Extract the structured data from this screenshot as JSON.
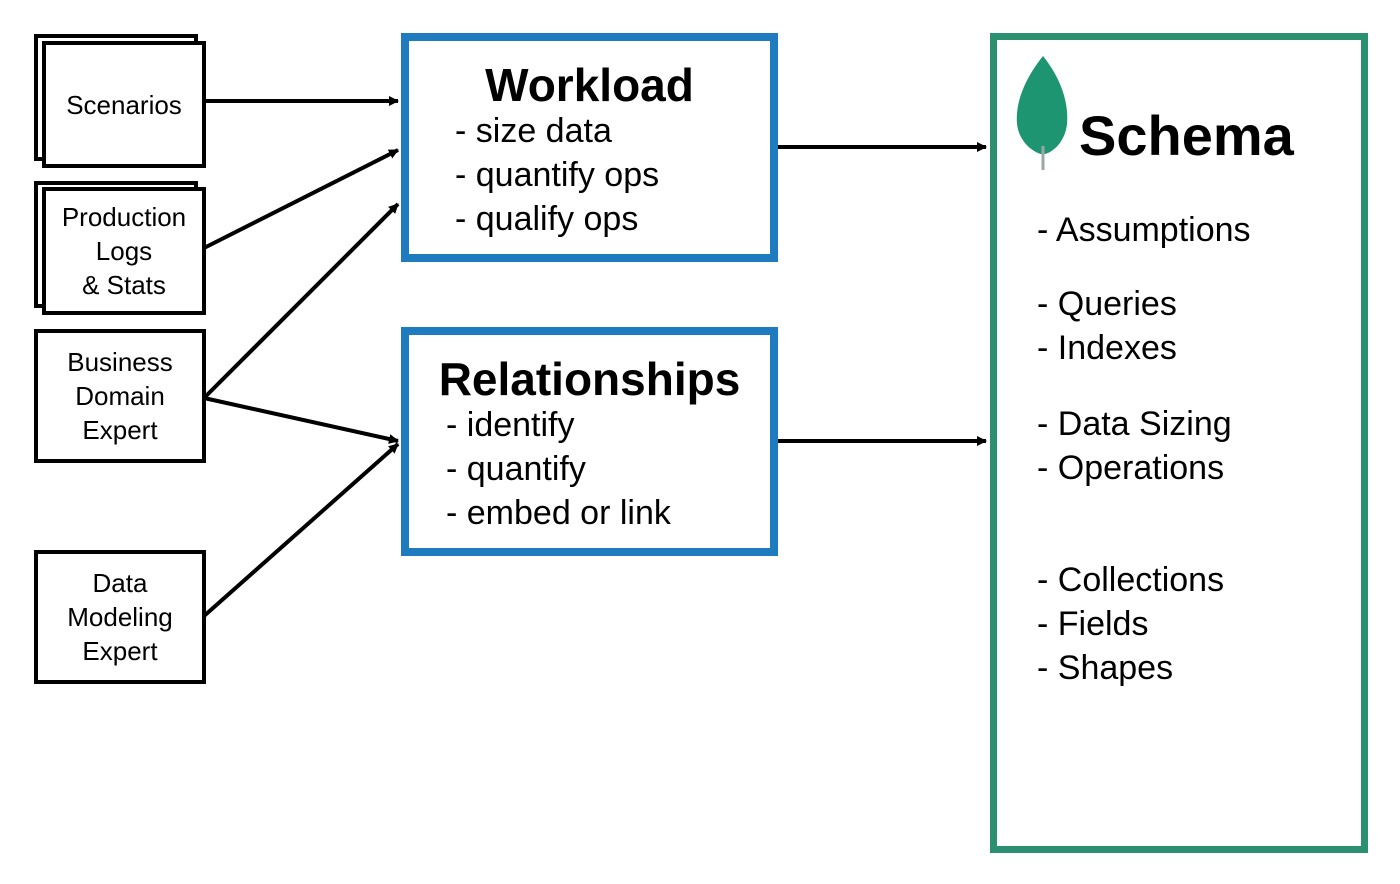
{
  "sources": {
    "scenarios": "Scenarios",
    "production_logs": [
      "Production",
      "Logs",
      "& Stats"
    ],
    "business_expert": [
      "Business",
      "Domain",
      "Expert"
    ],
    "modeling_expert": [
      "Data",
      "Modeling",
      "Expert"
    ]
  },
  "workload": {
    "title": "Workload",
    "items": [
      "- size data",
      "- quantify ops",
      "- qualify ops"
    ]
  },
  "relationships": {
    "title": "Relationships",
    "items": [
      "- identify",
      "- quantify",
      "- embed or link"
    ]
  },
  "schema": {
    "title": "Schema",
    "groups": [
      [
        "- Assumptions"
      ],
      [
        "- Queries",
        "- Indexes"
      ],
      [
        "- Data Sizing",
        "- Operations"
      ],
      [
        "- Collections",
        "- Fields",
        "- Shapes"
      ]
    ]
  },
  "colors": {
    "workload_border": "#1f7bbf",
    "relationships_border": "#1f7bbf",
    "schema_border": "#2a9070",
    "leaf": "#1e9571"
  },
  "icons": {
    "logo": "mongodb-leaf-icon"
  }
}
